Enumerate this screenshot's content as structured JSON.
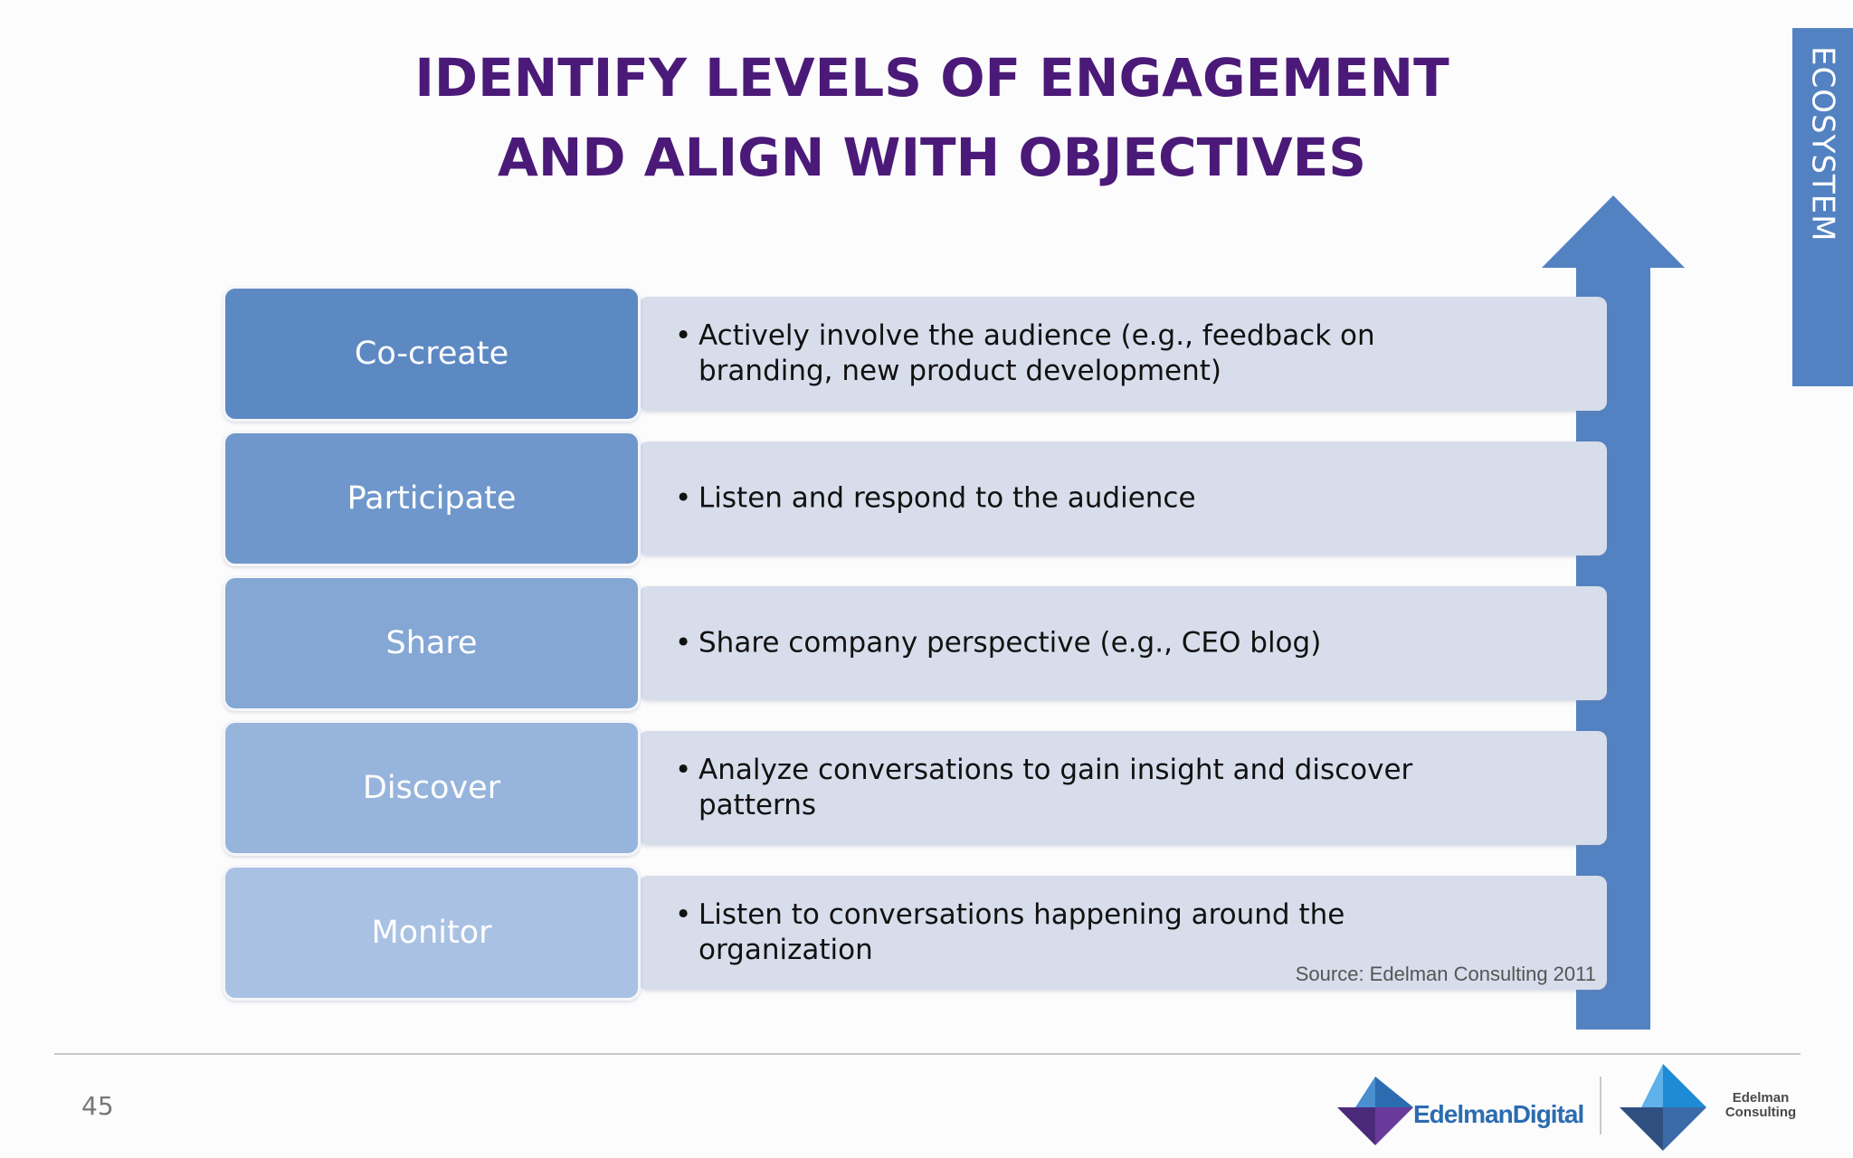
{
  "slide": {
    "title_lines": [
      "IDENTIFY LEVELS OF ENGAGEMENT",
      "AND ALIGN WITH OBJECTIVES"
    ],
    "side_tab": "ECOSYSTEM",
    "page_number": "45",
    "source": "Source: Edelman Consulting 2011"
  },
  "levels": [
    {
      "label": "Co-create",
      "description": "Actively involve the audience (e.g., feedback on branding, new product development)",
      "color": "#5d89c3"
    },
    {
      "label": "Participate",
      "description": "Listen and respond to the audience",
      "color": "#6f97cb"
    },
    {
      "label": "Share",
      "description": "Share company perspective (e.g., CEO blog)",
      "color": "#84a7d4"
    },
    {
      "label": "Discover",
      "description": "Analyze conversations to gain insight and discover patterns",
      "color": "#97b5dc"
    },
    {
      "label": "Monitor",
      "description": "Listen to conversations happening around the organization",
      "color": "#a9c1e3"
    }
  ],
  "colors": {
    "title": "#4b1a78",
    "arrow": "#5382c2",
    "description_box": "#d7ddeb",
    "side_tab": "#5382c2"
  },
  "logos": {
    "edelman_digital": "EdelmanDigital",
    "edelman_consulting_line1": "Edelman",
    "edelman_consulting_line2": "Consulting"
  },
  "bullet": "•"
}
